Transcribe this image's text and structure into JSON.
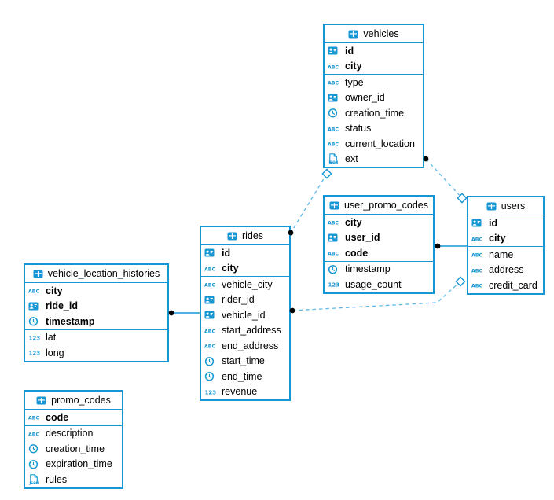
{
  "diagram_name": "database-schema-er-diagram",
  "colors": {
    "accent": "#1697d4",
    "dashed_line": "#5cb8e8",
    "dot": "#000000",
    "background": "#ffffff",
    "text": "#000000"
  },
  "type_icons": {
    "uuid": "person-id-icon",
    "text": "abc-text-icon",
    "timestamp": "clock-icon",
    "number": "123-number-icon",
    "json": "json-doc-icon",
    "table": "table-grid-icon"
  },
  "tables": [
    {
      "key": "vehicles",
      "title": "vehicles",
      "primary_key": [
        {
          "name": "id",
          "type": "uuid"
        },
        {
          "name": "city",
          "type": "text"
        }
      ],
      "columns": [
        {
          "name": "type",
          "type": "text"
        },
        {
          "name": "owner_id",
          "type": "uuid"
        },
        {
          "name": "creation_time",
          "type": "timestamp"
        },
        {
          "name": "status",
          "type": "text"
        },
        {
          "name": "current_location",
          "type": "text"
        },
        {
          "name": "ext",
          "type": "json"
        }
      ]
    },
    {
      "key": "user_promo_codes",
      "title": "user_promo_codes",
      "primary_key": [
        {
          "name": "city",
          "type": "text"
        },
        {
          "name": "user_id",
          "type": "uuid"
        },
        {
          "name": "code",
          "type": "text"
        }
      ],
      "columns": [
        {
          "name": "timestamp",
          "type": "timestamp"
        },
        {
          "name": "usage_count",
          "type": "number"
        }
      ]
    },
    {
      "key": "users",
      "title": "users",
      "primary_key": [
        {
          "name": "id",
          "type": "uuid"
        },
        {
          "name": "city",
          "type": "text"
        }
      ],
      "columns": [
        {
          "name": "name",
          "type": "text"
        },
        {
          "name": "address",
          "type": "text"
        },
        {
          "name": "credit_card",
          "type": "text"
        }
      ]
    },
    {
      "key": "rides",
      "title": "rides",
      "primary_key": [
        {
          "name": "id",
          "type": "uuid"
        },
        {
          "name": "city",
          "type": "text"
        }
      ],
      "columns": [
        {
          "name": "vehicle_city",
          "type": "text"
        },
        {
          "name": "rider_id",
          "type": "uuid"
        },
        {
          "name": "vehicle_id",
          "type": "uuid"
        },
        {
          "name": "start_address",
          "type": "text"
        },
        {
          "name": "end_address",
          "type": "text"
        },
        {
          "name": "start_time",
          "type": "timestamp"
        },
        {
          "name": "end_time",
          "type": "timestamp"
        },
        {
          "name": "revenue",
          "type": "number"
        }
      ]
    },
    {
      "key": "vehicle_location_histories",
      "title": "vehicle_location_histories",
      "primary_key": [
        {
          "name": "city",
          "type": "text"
        },
        {
          "name": "ride_id",
          "type": "uuid"
        },
        {
          "name": "timestamp",
          "type": "timestamp"
        }
      ],
      "columns": [
        {
          "name": "lat",
          "type": "number"
        },
        {
          "name": "long",
          "type": "number"
        }
      ]
    },
    {
      "key": "promo_codes",
      "title": "promo_codes",
      "primary_key": [
        {
          "name": "code",
          "type": "text"
        }
      ],
      "columns": [
        {
          "name": "description",
          "type": "text"
        },
        {
          "name": "creation_time",
          "type": "timestamp"
        },
        {
          "name": "expiration_time",
          "type": "timestamp"
        },
        {
          "name": "rules",
          "type": "json"
        }
      ]
    }
  ],
  "relations": [
    {
      "from_table": "vehicle_location_histories",
      "to_table": "rides",
      "line_style": "solid",
      "from_marker": "dot",
      "to_marker": "none"
    },
    {
      "from_table": "user_promo_codes",
      "to_table": "users",
      "line_style": "solid",
      "from_marker": "dot",
      "to_marker": "none"
    },
    {
      "from_table": "rides",
      "to_table": "vehicles",
      "line_style": "dashed",
      "from_marker": "dot",
      "to_marker": "diamond"
    },
    {
      "from_table": "vehicles",
      "to_table": "users",
      "line_style": "dashed",
      "from_marker": "dot",
      "to_marker": "diamond"
    },
    {
      "from_table": "rides",
      "to_table": "users",
      "line_style": "dashed",
      "from_marker": "dot",
      "to_marker": "diamond"
    }
  ]
}
